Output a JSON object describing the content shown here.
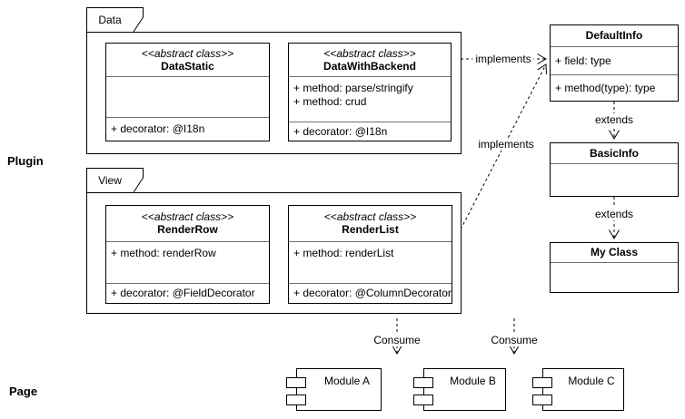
{
  "side_labels": {
    "plugin": "Plugin",
    "page": "Page"
  },
  "packages": {
    "data": {
      "label": "Data",
      "data_static": {
        "stereotype": "<<abstract class>>",
        "name": "DataStatic",
        "decorator": "+ decorator: @I18n"
      },
      "data_with_backend": {
        "stereotype": "<<abstract class>>",
        "name": "DataWithBackend",
        "method1": "+ method: parse/stringify",
        "method2": "+ method: crud",
        "decorator": "+ decorator: @I18n"
      }
    },
    "view": {
      "label": "View",
      "render_row": {
        "stereotype": "<<abstract class>>",
        "name": "RenderRow",
        "method1": "+ method: renderRow",
        "decorator": "+ decorator: @FieldDecorator"
      },
      "render_list": {
        "stereotype": "<<abstract class>>",
        "name": "RenderList",
        "method1": "+ method: renderList",
        "decorator": "+ decorator: @ColumnDecorator"
      }
    }
  },
  "classes": {
    "default_info": {
      "name": "DefaultInfo",
      "field": "+ field: type",
      "method": "+ method(type): type"
    },
    "basic_info": {
      "name": "BasicInfo"
    },
    "my_class": {
      "name": "My Class"
    }
  },
  "components": [
    {
      "label": "Module A"
    },
    {
      "label": "Module B"
    },
    {
      "label": "Module C"
    }
  ],
  "edge_labels": {
    "implements_data": "implements",
    "implements_view": "implements",
    "extends_basic": "extends",
    "extends_my": "extends",
    "consume_left": "Consume",
    "consume_right": "Consume"
  },
  "colors": {
    "stroke": "#000000",
    "divider": "#6e6e6e",
    "background": "#ffffff"
  }
}
